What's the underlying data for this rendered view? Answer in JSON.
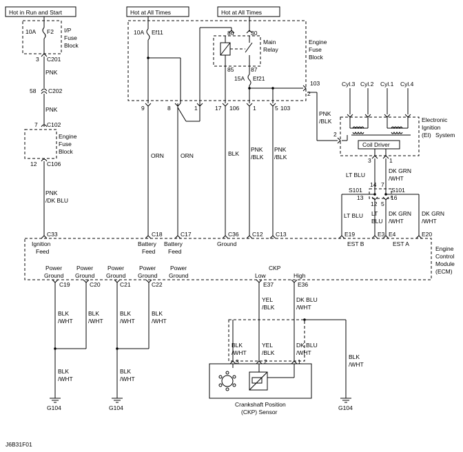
{
  "headers": {
    "run_start": "Hot in Run and Start",
    "hot1": "Hot at All Times",
    "hot2": "Hot at All Times"
  },
  "fuses": {
    "f2_rating": "10A",
    "f2_name": "F2",
    "ef11_rating": "10A",
    "ef11_name": "Ef11",
    "ef21_rating": "15A",
    "ef21_name": "Ef21"
  },
  "blocks": {
    "ip_fuse": [
      "I/P",
      "Fuse",
      "Block"
    ],
    "engine_fuse_top": [
      "Engine",
      "Fuse",
      "Block"
    ],
    "engine_fuse_small": [
      "Engine",
      "Fuse",
      "Block"
    ],
    "main_relay": [
      "Main",
      "Relay"
    ],
    "ei_system": [
      "Electronic",
      "Ignition",
      "(EI)",
      "System"
    ],
    "ecm": [
      "Engine",
      "Control",
      "Module",
      "(ECM)"
    ],
    "ckp_sensor": [
      "Crankshaft Position",
      "(CKP) Sensor"
    ]
  },
  "relay_pins": {
    "p86": "86",
    "p30": "30",
    "p85": "85",
    "p87": "87"
  },
  "connectors": {
    "c201_pin": "3",
    "c201": "C201",
    "c202_pin": "58",
    "c202": "C202",
    "c102_pin": "7",
    "c102": "C102",
    "c106_pin": "12",
    "c106": "C106",
    "c103_top": "103",
    "c103_pin2": "2",
    "efb_pins": [
      "9",
      "8",
      "1",
      "17",
      "106",
      "1",
      "5",
      "103"
    ],
    "ei_pin2": "2",
    "ei_pin3": "3",
    "ei_pin1": "1",
    "s101_left": "S101",
    "s101_right": "S101",
    "s_pins": [
      "14",
      "7",
      "13",
      "12",
      "5",
      "16"
    ],
    "ckp_pins": [
      "3",
      "2",
      "1"
    ]
  },
  "wires": {
    "pnk1": "PNK",
    "pnk2": "PNK",
    "pnk_dkblu": [
      "PNK",
      "/DK BLU"
    ],
    "orn1": "ORN",
    "orn2": "ORN",
    "blk": "BLK",
    "pnk_blk1": [
      "PNK",
      "/BLK"
    ],
    "pnk_blk2": [
      "PNK",
      "/BLK"
    ],
    "pnk_blk_ei": [
      "PNK",
      "/BLK"
    ],
    "lt_blu1": "LT BLU",
    "lt_blu2": "LT BLU",
    "lt_blu3": [
      "LT",
      "BLU"
    ],
    "dkgrn1": [
      "DK GRN",
      "/WHT"
    ],
    "dkgrn2": [
      "DK GRN",
      "/WHT"
    ],
    "dkgrn3": [
      "DK GRN",
      "/WHT"
    ],
    "blkwht": [
      "BLK",
      "/WHT"
    ],
    "yelblk": [
      "YEL",
      "/BLK"
    ],
    "dkbluwht": [
      "DK BLU",
      "/WHT"
    ]
  },
  "cylinders": [
    "Cyl.3",
    "Cyl.2",
    "Cyl.1",
    "Cyl.4"
  ],
  "coil_driver": "Coil Driver",
  "ecm_pins": {
    "c33": "C33",
    "c18": "C18",
    "c17": "C17",
    "c36": "C36",
    "c12": "C12",
    "c13": "C13",
    "e19": "E19",
    "e3": "E3",
    "e4": "E4",
    "e20": "E20",
    "c19": "C19",
    "c20": "C20",
    "c21": "C21",
    "c22": "C22",
    "e37": "E37",
    "e36": "E36"
  },
  "ecm_labels": {
    "ignition_feed": [
      "Ignition",
      "Feed"
    ],
    "battery_feed1": [
      "Battery",
      "Feed"
    ],
    "battery_feed2": [
      "Battery",
      "Feed"
    ],
    "ground": "Ground",
    "est_b": "EST B",
    "est_a": "EST A",
    "power_ground": [
      "Power",
      "Ground"
    ],
    "ckp": "CKP",
    "low": "Low",
    "high": "High"
  },
  "grounds": {
    "g1": "G104",
    "g2": "G104",
    "g3": "G104"
  },
  "figure_id": "J6B31F01"
}
